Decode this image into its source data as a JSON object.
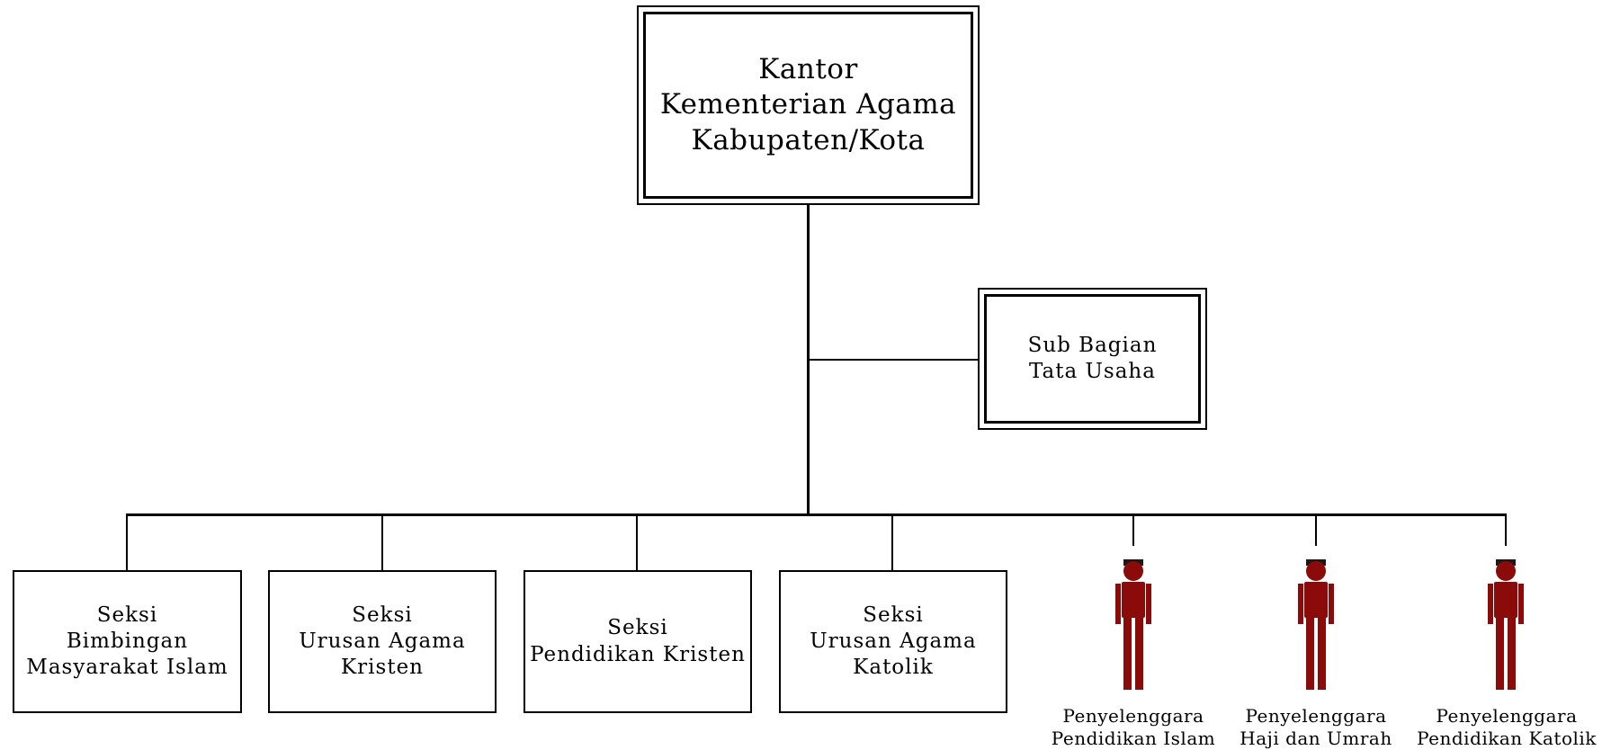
{
  "head": {
    "lines": [
      "Kantor",
      "Kementerian Agama",
      "Kabupaten/Kota"
    ]
  },
  "staff": {
    "lines": [
      "Sub Bagian",
      "Tata Usaha"
    ]
  },
  "sections": [
    {
      "lines": [
        "Seksi",
        "Bimbingan",
        "Masyarakat Islam"
      ]
    },
    {
      "lines": [
        "Seksi",
        "Urusan Agama",
        "Kristen"
      ]
    },
    {
      "lines": [
        "Seksi",
        "Pendidikan Kristen"
      ]
    },
    {
      "lines": [
        "Seksi",
        "Urusan Agama",
        "Katolik"
      ]
    }
  ],
  "organizers": [
    {
      "lines": [
        "Penyelenggara",
        "Pendidikan Islam"
      ],
      "icon": "person-icon"
    },
    {
      "lines": [
        "Penyelenggara",
        "Haji dan Umrah"
      ],
      "icon": "person-icon"
    },
    {
      "lines": [
        "Penyelenggara",
        "Pendidikan Katolik"
      ],
      "icon": "person-icon"
    }
  ],
  "colors": {
    "line": "#000000",
    "person_body": "#8b0a0a",
    "person_hair": "#1a1a1a"
  }
}
